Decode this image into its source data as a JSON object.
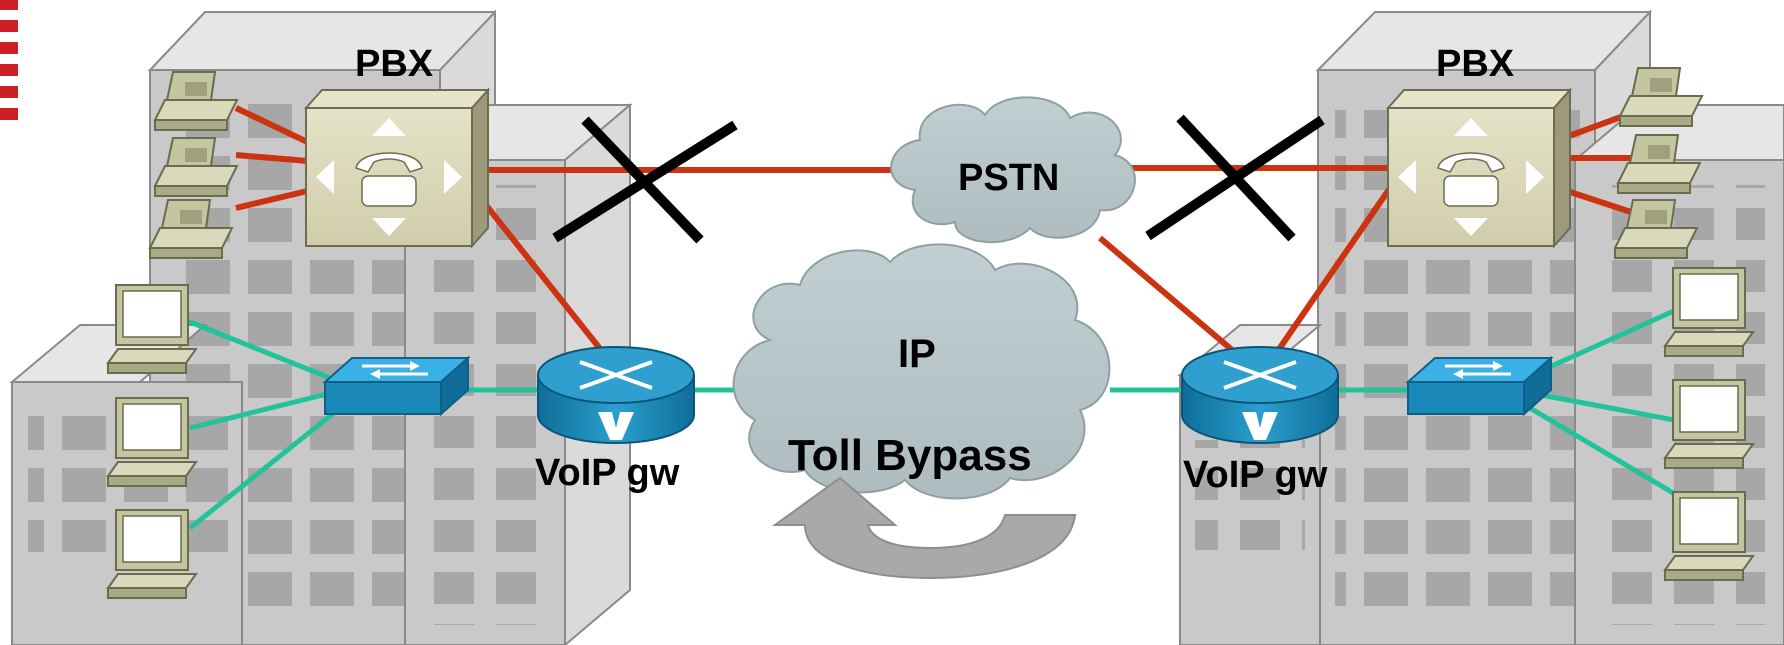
{
  "labels": {
    "pbx_left": "PBX",
    "pbx_right": "PBX",
    "pstn": "PSTN",
    "ip": "IP",
    "toll_bypass": "Toll Bypass",
    "gateway_left": "VoIP gw",
    "gateway_right": "VoIP gw"
  },
  "colors": {
    "voice_link": "#cc3311",
    "data_link": "#22c39a",
    "cloud": "#b5c3c6",
    "pbx": "#c9c7a3",
    "router": "#1a88b8",
    "building": "#c9c9c9",
    "phone": "#c2c4a0",
    "brand_bar": "#cc1f24",
    "block_mark": "#000000"
  },
  "icons": [
    "pbx-icon",
    "telephone-icon",
    "workstation-icon",
    "switch-icon",
    "voip-router-icon",
    "cloud-icon",
    "blocked-x-icon",
    "bypass-arrow-icon"
  ]
}
